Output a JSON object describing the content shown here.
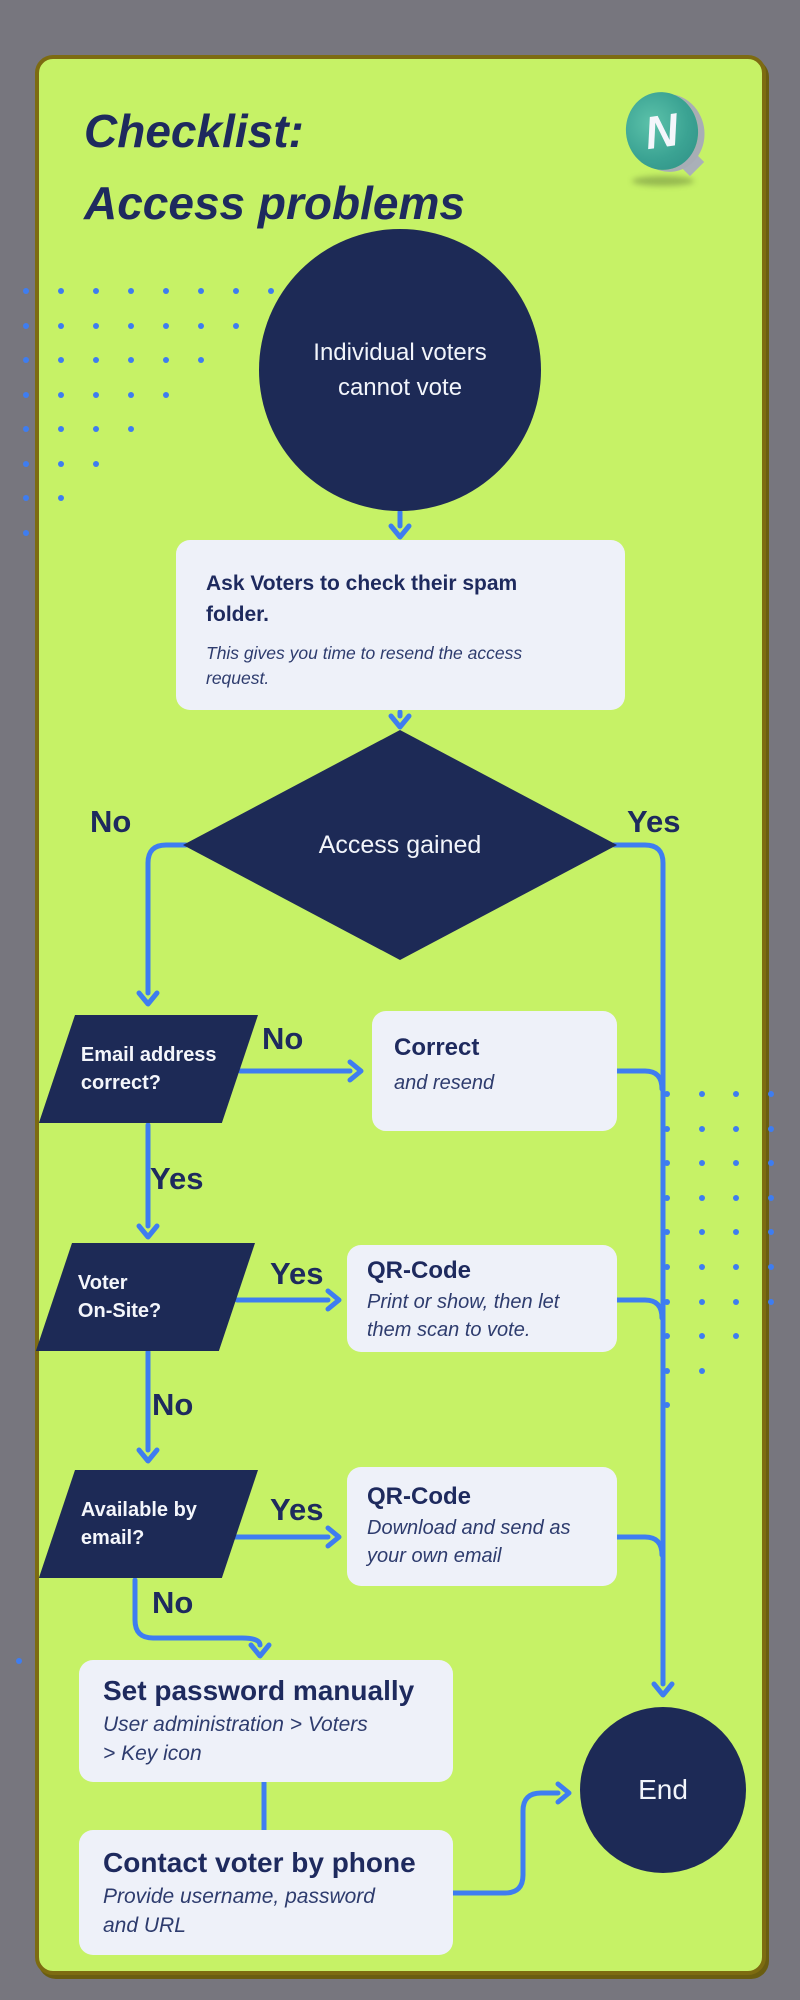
{
  "colors": {
    "background_gray": "#77767e",
    "card_lime": "#c6f266",
    "card_border_olive": "#7d6b11",
    "node_navy": "#1d2a56",
    "arrow_blue": "#3e7df0",
    "box_light": "#eef1f9",
    "text_navy": "#1e2a5e",
    "text_white": "#f2f5fb",
    "logo_teal": "#3ba393"
  },
  "header": {
    "title": "Checklist:\nAccess problems",
    "logo_letter": "N"
  },
  "flow": {
    "start": {
      "text": "Individual voters\ncannot vote"
    },
    "spam_box": {
      "title": "Ask Voters to check their spam\nfolder.",
      "subtitle": "This gives you time to resend the access\nrequest."
    },
    "access_gained": {
      "text": "Access gained",
      "no_label": "No",
      "yes_label": "Yes"
    },
    "email_correct": {
      "text": "Email address\ncorrect?",
      "no_label": "No",
      "yes_label": "Yes"
    },
    "correct_box": {
      "title": "Correct",
      "subtitle": "and resend"
    },
    "voter_onsite": {
      "text": "Voter\nOn-Site?",
      "yes_label": "Yes",
      "no_label": "No"
    },
    "qr_onsite_box": {
      "title": "QR-Code",
      "subtitle": "Print or show, then let\nthem scan to vote."
    },
    "available_email": {
      "text": "Available by\nemail?",
      "yes_label": "Yes",
      "no_label": "No"
    },
    "qr_email_box": {
      "title": "QR-Code",
      "subtitle": "Download and send as\nyour own email"
    },
    "set_password_box": {
      "title": "Set password manually",
      "subtitle": "User administration > Voters\n> Key icon"
    },
    "contact_box": {
      "title": "Contact voter by phone",
      "subtitle": "Provide username, password\nand URL"
    },
    "end": {
      "text": "End"
    }
  }
}
